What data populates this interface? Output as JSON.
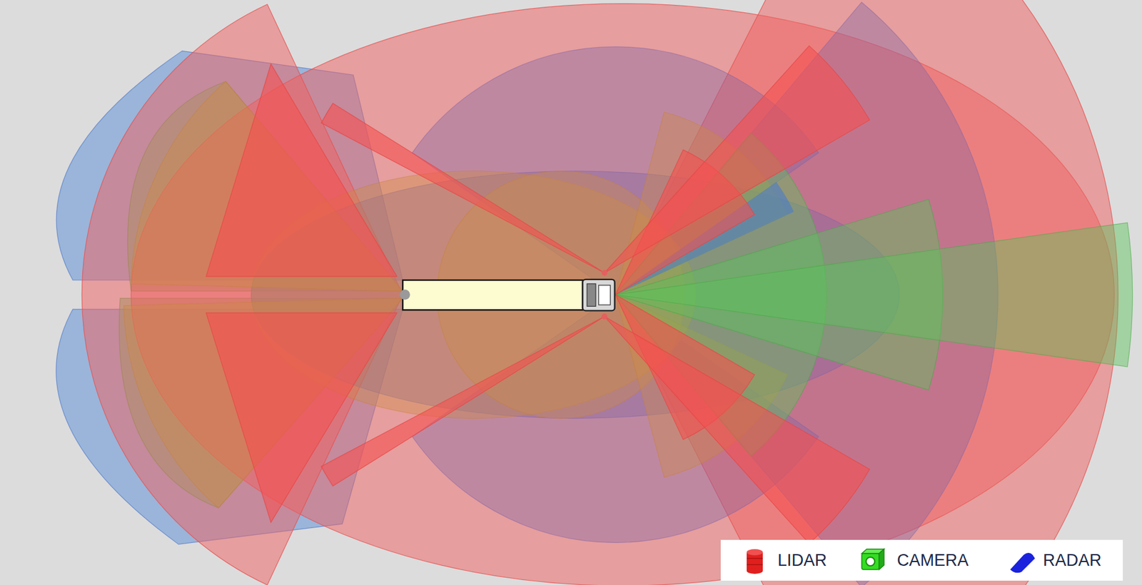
{
  "diagram": {
    "legend": [
      {
        "text": "LIDAR"
      },
      {
        "text": "CAMERA"
      },
      {
        "text": "RADAR"
      }
    ]
  }
}
